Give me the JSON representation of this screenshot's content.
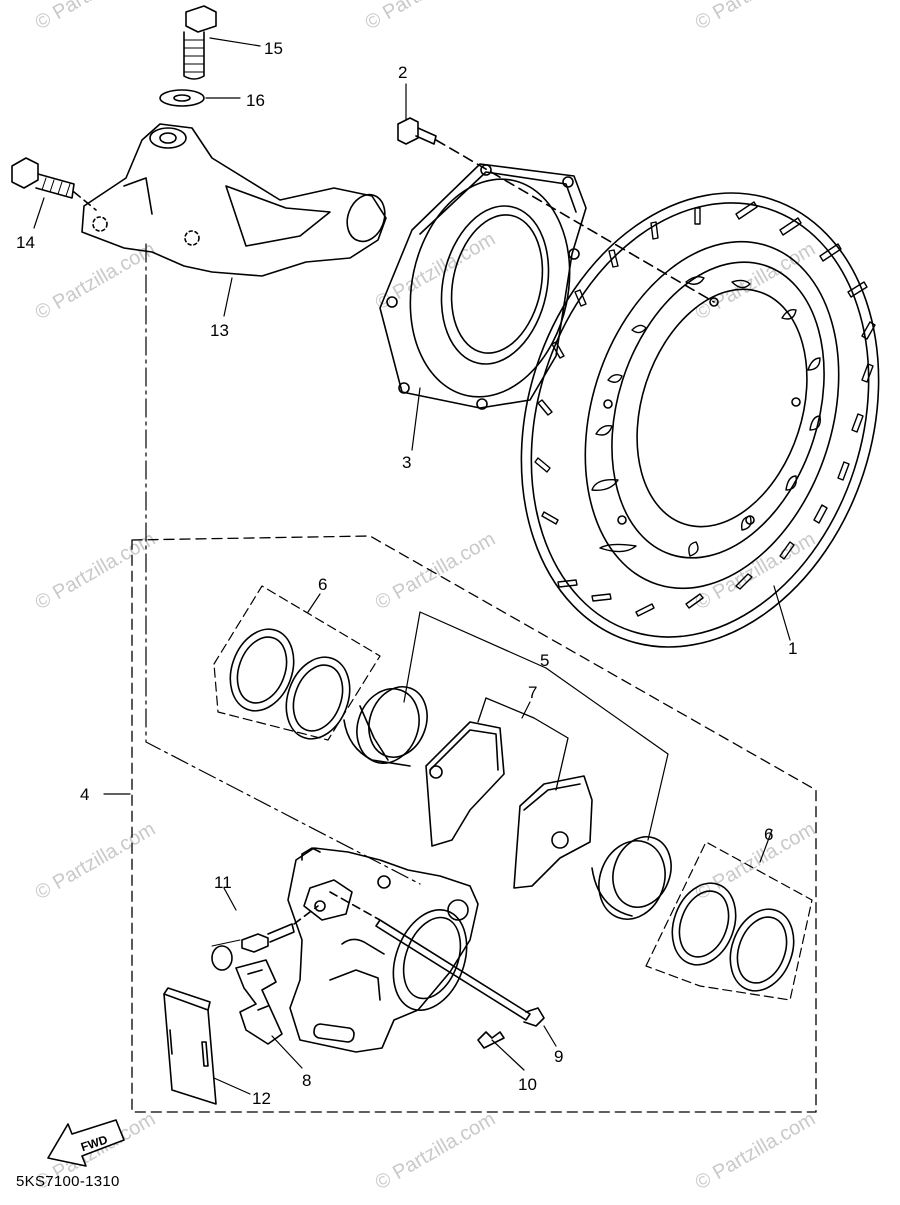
{
  "diagram_code": "5KS7100-1310",
  "watermark": "© Partzilla.com",
  "fwd_label": "FWD",
  "callouts": [
    "1",
    "2",
    "3",
    "4",
    "5",
    "6",
    "6",
    "7",
    "8",
    "9",
    "10",
    "11",
    "12",
    "13",
    "14",
    "15",
    "16"
  ]
}
